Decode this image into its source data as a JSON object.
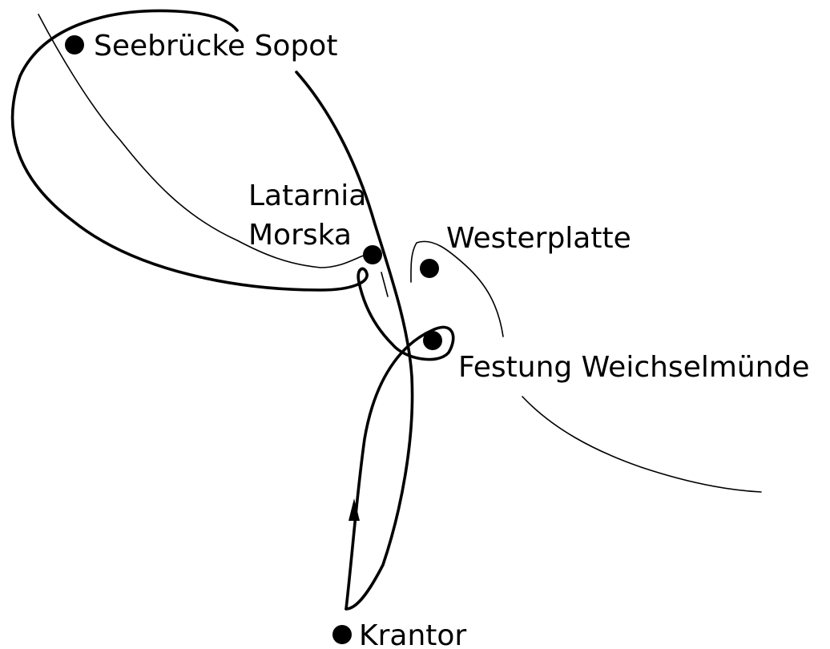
{
  "places": [
    {
      "id": "seebruecke-sopot",
      "label": "Seebrücke Sopot"
    },
    {
      "id": "latarnia-morska",
      "label_lines": [
        "Latarnia",
        "Morska"
      ]
    },
    {
      "id": "westerplatte",
      "label": "Westerplatte"
    },
    {
      "id": "festung-weichselmuende",
      "label": "Festung Weichselmünde"
    },
    {
      "id": "krantor",
      "label": "Krantor"
    }
  ],
  "colors": {
    "ink": "#000000",
    "background": "#ffffff"
  },
  "symbols": {
    "place_marker": "filled-circle",
    "route_direction": "arrowhead"
  }
}
